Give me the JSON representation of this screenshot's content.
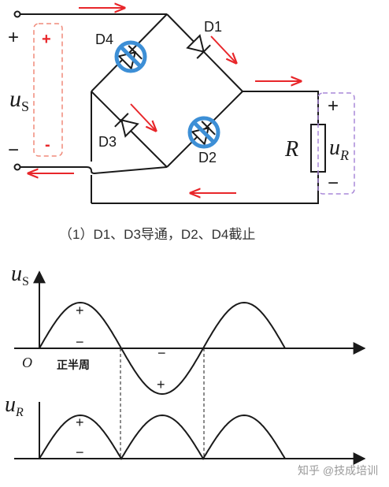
{
  "circuit": {
    "source_label": "u",
    "source_sub": "S",
    "plus": "+",
    "minus": "−",
    "red_plus": "+",
    "red_minus": "-",
    "d1": "D1",
    "d2": "D2",
    "d3": "D3",
    "d4": "D4",
    "resistor": "R",
    "load_label": "u",
    "load_sub": "R",
    "load_plus": "+",
    "load_minus": "−",
    "caption": "（1）D1、D3导通，D2、D4截止"
  },
  "waveform": {
    "us_label": "u",
    "us_sub": "S",
    "ur_label": "u",
    "ur_sub": "R",
    "origin": "O",
    "positive_half": "正半周",
    "plus": "+",
    "minus": "−"
  },
  "watermark": "知乎 @技成培训",
  "colors": {
    "wire": "#1a1a1a",
    "arrow": "#e8262a",
    "blocked_circle": "#3d8fd6",
    "source_box": "#f08a7a",
    "load_box": "#a988d8"
  }
}
